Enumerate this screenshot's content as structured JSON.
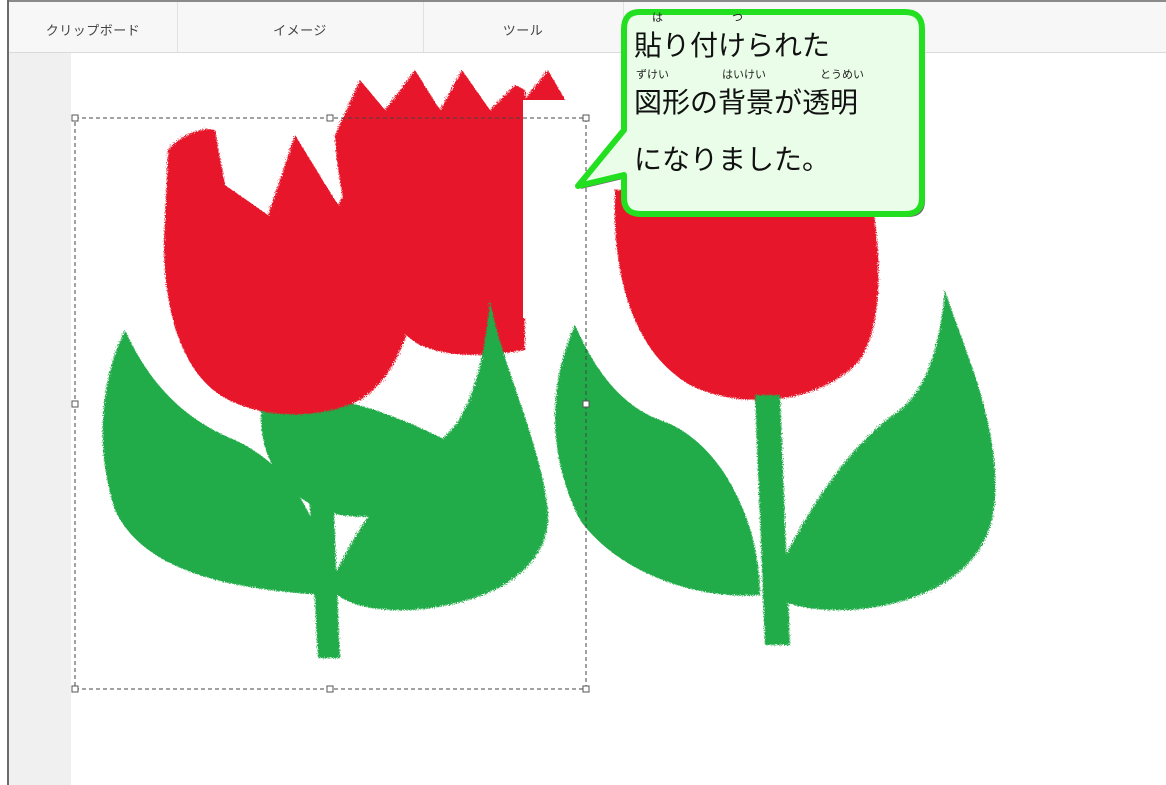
{
  "ribbon": {
    "groups": [
      {
        "label": "クリップボード"
      },
      {
        "label": "イメージ"
      },
      {
        "label": "ツール"
      }
    ]
  },
  "callout": {
    "line1": {
      "text": "貼り付けられた",
      "ruby": [
        {
          "base": "貼",
          "reading": "は"
        },
        {
          "base": "付",
          "reading": "つ"
        }
      ]
    },
    "line2": {
      "text": "図形の背景が透明",
      "ruby": [
        {
          "base": "図形",
          "reading": "ずけい"
        },
        {
          "base": "背景",
          "reading": "はいけい"
        },
        {
          "base": "透明",
          "reading": "とうめい"
        }
      ]
    },
    "line3": {
      "text": "になりました。"
    }
  },
  "colors": {
    "tulip_red": "#e8192c",
    "leaf_green": "#22ac48",
    "callout_fill": "#e9fde9",
    "callout_border": "#22e020"
  }
}
